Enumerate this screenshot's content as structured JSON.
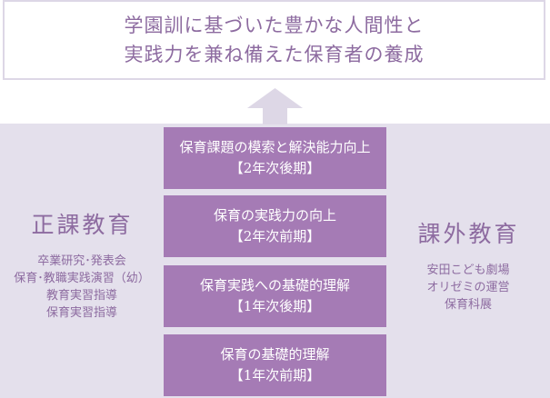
{
  "goal": {
    "line1": "学園訓に基づいた豊かな人間性と",
    "line2": "実践力を兼ね備えた保育者の養成"
  },
  "stages": [
    {
      "title": "保育課題の模索と解決能力向上",
      "period": "【2年次後期】"
    },
    {
      "title": "保育の実践力の向上",
      "period": "【2年次前期】"
    },
    {
      "title": "保育実践への基礎的理解",
      "period": "【1年次後期】"
    },
    {
      "title": "保育の基礎的理解",
      "period": "【1年次前期】"
    }
  ],
  "regular": {
    "title": "正課教育",
    "items": [
      "卒業研究･発表会",
      "保育･教職実践演習（幼）",
      "教育実習指導",
      "保育実習指導"
    ]
  },
  "extra": {
    "title": "課外教育",
    "items": [
      "安田こども劇場",
      "オリゼミの運営",
      "保育科展"
    ]
  },
  "colors": {
    "accent": "#8d6ba0",
    "stage_fill": "#a57bb5",
    "band": "#e4e0ec",
    "arrow": "#ddd7e6"
  }
}
